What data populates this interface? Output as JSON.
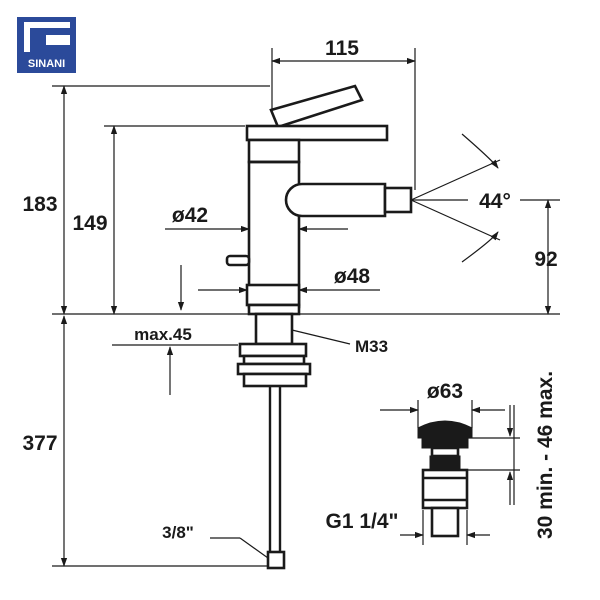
{
  "logo": {
    "text": "SINANI",
    "color": "#2b4a9a"
  },
  "dimensions": {
    "lever_reach": "115",
    "total_height": "183",
    "spout_height": "149",
    "spray_angle": "44°",
    "outlet_height": "92",
    "body_diameter": "ø42",
    "base_diameter": "ø48",
    "counter_thickness": "max.45",
    "thread": "M33",
    "below_counter": "377",
    "hose_thread": "3/8\"",
    "waste_diameter": "ø63",
    "waste_thread": "G1 1/4\"",
    "waste_range": "30 min. - 46 max."
  }
}
